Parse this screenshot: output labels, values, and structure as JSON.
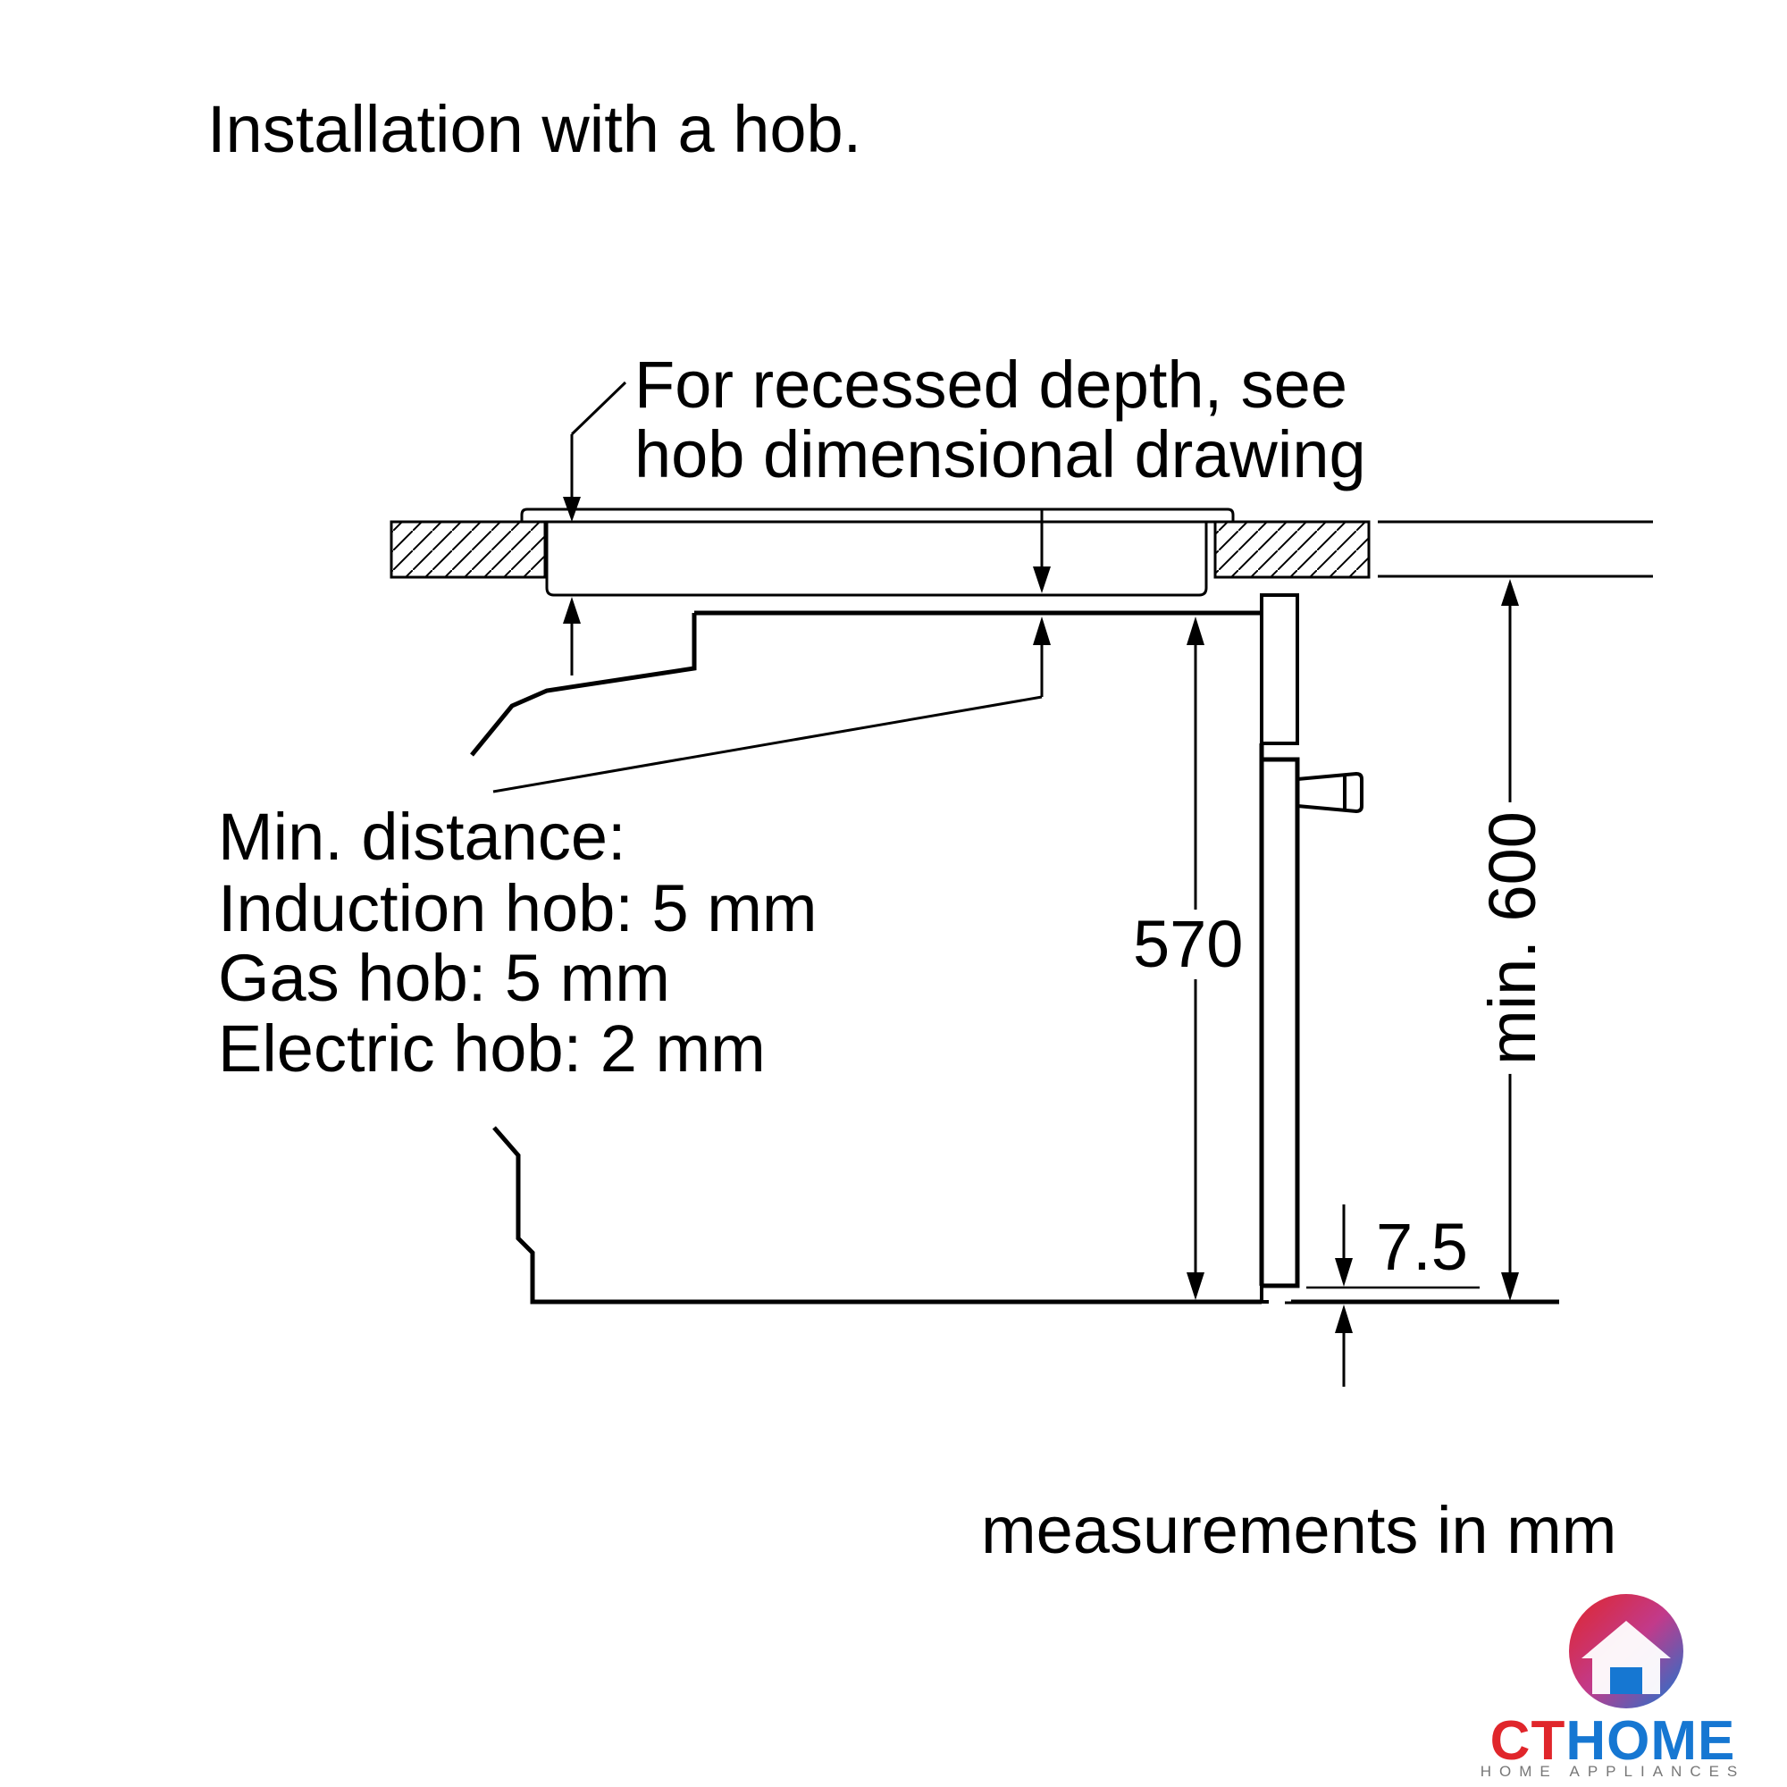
{
  "title": "Installation with a hob.",
  "callouts": {
    "recessed_line1": "For recessed depth, see",
    "recessed_line2": "hob dimensional drawing",
    "min_distance_title": "Min. distance:",
    "min_induction": "Induction hob: 5 mm",
    "min_gas": "Gas hob: 5 mm",
    "min_electric": "Electric hob: 2 mm"
  },
  "dimensions": {
    "oven_height": "570",
    "bottom_offset": "7.5",
    "niche_height": "min. 600"
  },
  "units_note": "measurements in mm",
  "logo": {
    "brand_ct": "CT",
    "brand_home": "HOME",
    "tagline": "HOME APPLIANCES",
    "colors": {
      "red": "#e0262b",
      "blue": "#1677d2",
      "grey": "#777777"
    }
  }
}
